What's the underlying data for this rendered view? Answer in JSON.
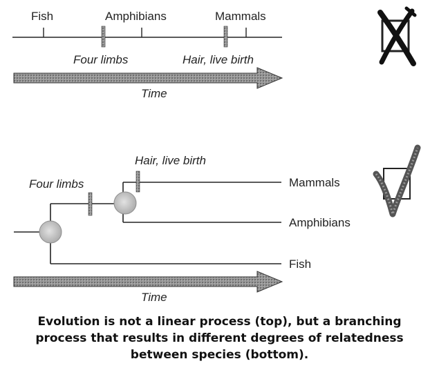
{
  "top_timeline": {
    "taxa": [
      "Fish",
      "Amphibians",
      "Mammals"
    ],
    "traits": [
      "Four limbs",
      "Hair, live birth"
    ],
    "time_label": "Time",
    "verdict_icon": "crossed-out-box-icon"
  },
  "bottom_tree": {
    "traits": [
      "Four limbs",
      "Hair, live birth"
    ],
    "taxa": [
      "Mammals",
      "Amphibians",
      "Fish"
    ],
    "time_label": "Time",
    "verdict_icon": "check-mark-icon"
  },
  "caption": {
    "line1": "Evolution is not a linear process (top), but a branching",
    "line2": "process that results in different degrees of relatedness",
    "line3": "between species (bottom)."
  },
  "colors": {
    "ink": "#222222",
    "arrow_fill": "#8a8a8a",
    "node_fill": "#c8c8c8"
  }
}
